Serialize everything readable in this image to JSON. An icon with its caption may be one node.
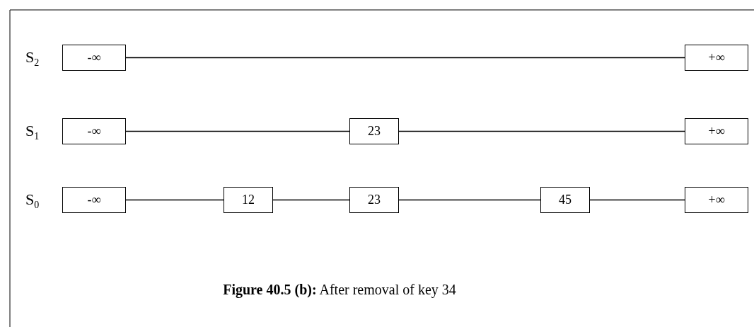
{
  "diagram": {
    "caption": "**Figure 40.5 (b):** After removal of key 34",
    "nodes": [
      {
        "text": [
          "-∞"
        ]
      },
      {
        "text": [
          "+∞"
        ]
      },
      {
        "text": [
          "-∞"
        ]
      },
      {
        "text": [
          "23"
        ]
      },
      {
        "text": [
          "+∞"
        ]
      },
      {
        "text": [
          "-∞"
        ]
      },
      {
        "text": [
          "12"
        ]
      },
      {
        "text": [
          "23"
        ]
      },
      {
        "text": [
          "45"
        ]
      },
      {
        "text": [
          "+∞"
        ]
      }
    ],
    "edges": [
      {
        "from": 0,
        "to": 1,
        "arrow": "none"
      },
      {
        "from": 2,
        "to": 3,
        "arrow": "none"
      },
      {
        "from": 3,
        "to": 4,
        "arrow": "none"
      },
      {
        "from": 5,
        "to": 6,
        "arrow": "none"
      },
      {
        "from": 6,
        "to": 7,
        "arrow": "none"
      },
      {
        "from": 7,
        "to": 8,
        "arrow": "none"
      },
      {
        "from": 8,
        "to": 9,
        "arrow": "none"
      }
    ],
    "labels": [
      "S$_{2}$",
      "S$_{1}$",
      "S$_{0}$"
    ]
  }
}
